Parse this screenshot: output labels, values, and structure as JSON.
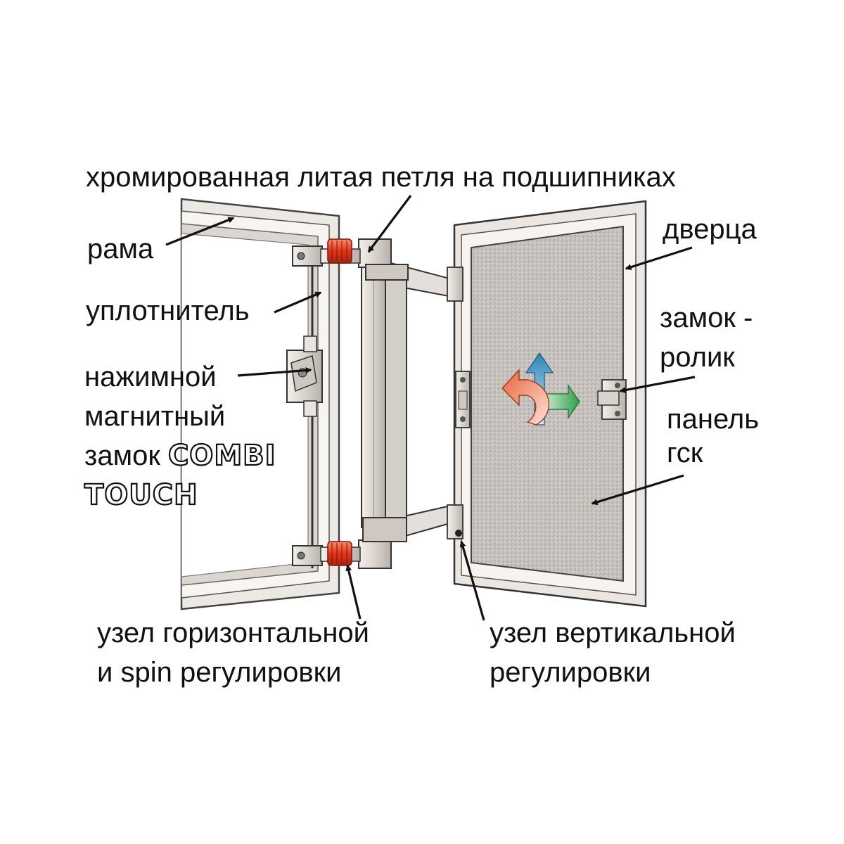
{
  "labels": {
    "hinge": "хромированная литая петля на подшипниках",
    "frame": "рама",
    "seal": "уплотнитель",
    "door": "дверца",
    "roller_lock_l1": "замок -",
    "roller_lock_l2": "ролик",
    "push_lock_l1": "нажимной",
    "push_lock_l2": "магнитный",
    "push_lock_l3_prefix": "замок ",
    "push_lock_brand_1": "COMBI",
    "push_lock_brand_2": "TOUCH",
    "panel_l1": "панель",
    "panel_l2": "гск",
    "horiz_adj_l1": "узел горизонтальной",
    "horiz_adj_l2": "и spin регулировки",
    "vert_adj_l1": "узел вертикальной",
    "vert_adj_l2": "регулировки"
  },
  "colors": {
    "accent_red": "#e2361c",
    "arrow_blue": "#2a86b8",
    "arrow_green": "#2e9e4a",
    "arrow_orange": "#e8613a"
  }
}
